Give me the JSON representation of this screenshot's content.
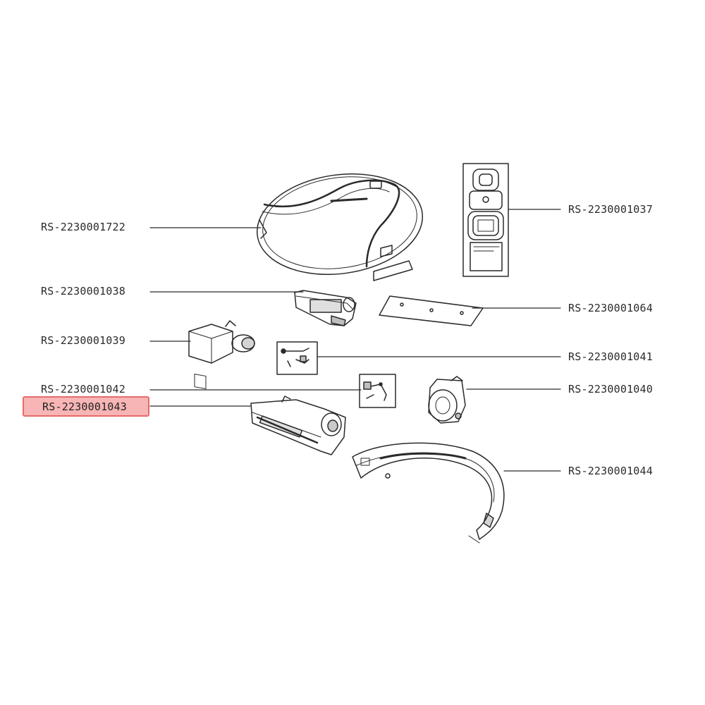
{
  "parts": [
    {
      "id": "cover",
      "code": "RS-2230001722"
    },
    {
      "id": "wheel-base",
      "code": "RS-2230001038"
    },
    {
      "id": "side-motor-left",
      "code": "RS-2230001039"
    },
    {
      "id": "sensor-small",
      "code": "RS-2230001042"
    },
    {
      "id": "brush-housing",
      "code": "RS-2230001043",
      "selected": true
    },
    {
      "id": "filter-set",
      "code": "RS-2230001037"
    },
    {
      "id": "plate",
      "code": "RS-2230001064"
    },
    {
      "id": "cable-set",
      "code": "RS-2230001041"
    },
    {
      "id": "side-motor-right",
      "code": "RS-2230001040"
    },
    {
      "id": "bumper",
      "code": "RS-2230001044"
    }
  ],
  "colors": {
    "line": "#2a2a2a",
    "highlight_fill": "#f07878",
    "highlight_border": "#e86a6a"
  }
}
